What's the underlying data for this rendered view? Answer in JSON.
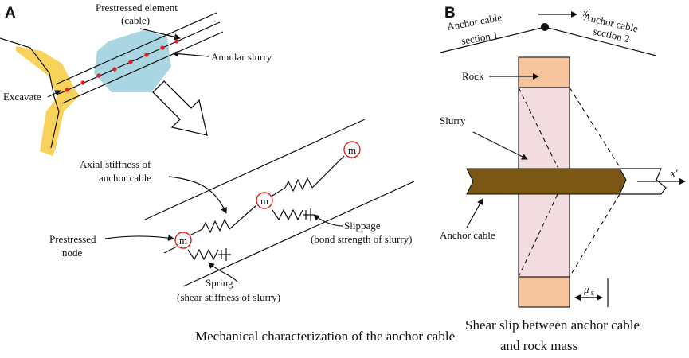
{
  "panel_a": {
    "label": "A",
    "prestressed_element_line1": "Prestressed element",
    "prestressed_element_line2": "(cable)",
    "annular_slurry": "Annular slurry",
    "excavate": "Excavate",
    "axial_stiffness_line1": "Axial stiffness of",
    "axial_stiffness_line2": "anchor cable",
    "prestressed_node_line1": "Prestressed",
    "prestressed_node_line2": "node",
    "slippage_line1": "Slippage",
    "slippage_line2": "(bond strength of slurry)",
    "spring_line1": "Spring",
    "spring_line2": "(shear stiffness of slurry)",
    "node_symbol": "m",
    "caption": "Mechanical characterization of the anchor cable"
  },
  "panel_b": {
    "label": "B",
    "section1_line1": "Anchor cable",
    "section1_line2": "section 1",
    "section2_line1": "Anchor cable",
    "section2_line2": "section 2",
    "axis_symbol": "x′",
    "rock": "Rock",
    "slurry": "Slurry",
    "anchor_cable": "Anchor cable",
    "mu_symbol": "μ",
    "mu_subscript": "s",
    "caption_line1": "Shear slip between anchor cable",
    "caption_line2": "and rock mass"
  },
  "colors": {
    "excavation_face": "#f9d25b",
    "slurry_blob": "#a9d6e2",
    "cable_nodes": "#e0201b",
    "node_circle": "#e0201b",
    "rock_block": "#f5c49c",
    "slurry_column": "#f3dde0",
    "anchor_cable_bar": "#7a5714"
  }
}
